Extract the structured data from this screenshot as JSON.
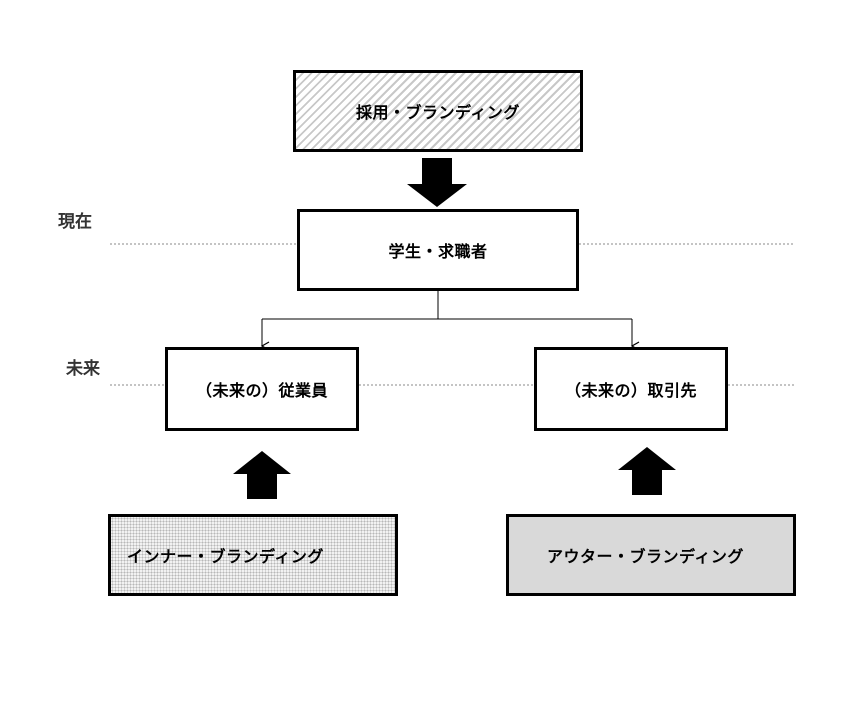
{
  "levels": {
    "current": "現在",
    "future": "未来"
  },
  "boxes": {
    "recruit_branding": "採用・ブランディング",
    "students_jobseekers": "学生・求職者",
    "future_employees": "（未来の）従業員",
    "future_partners": "（未来の）取引先",
    "inner_branding": "インナー・ブランディング",
    "outer_branding": "アウター・ブランディング"
  },
  "colors": {
    "border": "#000000",
    "dotted_line": "#888888",
    "outer_fill": "#d9d9d9",
    "inner_fill": "#f2f2f2",
    "hatch": "#c8c8c8",
    "label_text": "#333333"
  }
}
